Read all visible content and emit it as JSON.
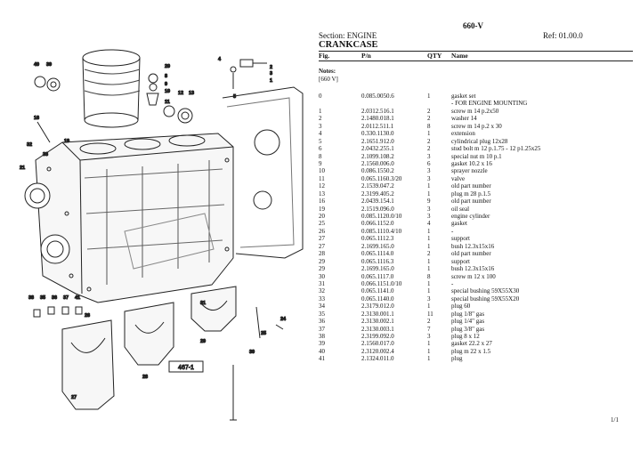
{
  "model": "660-V",
  "section": "Section: ENGINE",
  "ref": "Ref: 01.00.0",
  "title": "CRANKCASE",
  "columns": {
    "fig": "Fig.",
    "pn": "P/n",
    "qty": "QTY",
    "name": "Name"
  },
  "notes_label": "Notes:",
  "notes_value": "[660 V]",
  "diagram_code": "467-1",
  "callouts": [
    "40",
    "39",
    "20",
    "8",
    "9",
    "10",
    "11",
    "12",
    "13",
    "4",
    "2",
    "3",
    "1",
    "5",
    "16",
    "32",
    "19",
    "33",
    "21",
    "38",
    "35",
    "36",
    "37",
    "41",
    "26",
    "31",
    "28",
    "29",
    "25",
    "30",
    "27",
    "24"
  ],
  "parts": [
    {
      "fig": "0",
      "pn": "0.085.0050.6",
      "qty": "1",
      "name": "gasket set"
    },
    {
      "fig": "",
      "pn": "",
      "qty": "",
      "name": "- FOR ENGINE MOUNTING"
    },
    {
      "fig": "1",
      "pn": "2.0312.516.1",
      "qty": "2",
      "name": "screw m 14 p.2x50"
    },
    {
      "fig": "2",
      "pn": "2.1480.018.1",
      "qty": "2",
      "name": "washer 14"
    },
    {
      "fig": "3",
      "pn": "2.0112.511.1",
      "qty": "8",
      "name": "screw m 14 p.2 x 30"
    },
    {
      "fig": "4",
      "pn": "0.330.1130.0",
      "qty": "1",
      "name": "extension"
    },
    {
      "fig": "5",
      "pn": "2.1651.912.0",
      "qty": "2",
      "name": "cylindrical plug 12x28"
    },
    {
      "fig": "6",
      "pn": "2.0432.255.1",
      "qty": "2",
      "name": "stud bolt m 12 p.1.75 - 12 p1.25x25"
    },
    {
      "fig": "8",
      "pn": "2.1099.108.2",
      "qty": "3",
      "name": "special nut m 10 p.1"
    },
    {
      "fig": "9",
      "pn": "2.1560.006.0",
      "qty": "6",
      "name": "gasket 10.2 x 16"
    },
    {
      "fig": "10",
      "pn": "0.086.1550.2",
      "qty": "3",
      "name": "sprayer nozzle"
    },
    {
      "fig": "11",
      "pn": "0.065.1160.3/20",
      "qty": "3",
      "name": "valve"
    },
    {
      "fig": "12",
      "pn": "2.1539.047.2",
      "qty": "1",
      "name": "old part number"
    },
    {
      "fig": "13",
      "pn": "2.3199.405.2",
      "qty": "1",
      "name": "plug m 28 p.1.5"
    },
    {
      "fig": "16",
      "pn": "2.0439.154.1",
      "qty": "9",
      "name": "old part number"
    },
    {
      "fig": "19",
      "pn": "2.1519.096.0",
      "qty": "3",
      "name": "oil seal"
    },
    {
      "fig": "20",
      "pn": "0.085.1120.0/10",
      "qty": "3",
      "name": "engine cylinder"
    },
    {
      "fig": "25",
      "pn": "0.066.1152.0",
      "qty": "4",
      "name": "gasket"
    },
    {
      "fig": "26",
      "pn": "0.085.1110.4/10",
      "qty": "1",
      "name": "-"
    },
    {
      "fig": "27",
      "pn": "0.065.1112.3",
      "qty": "1",
      "name": "support"
    },
    {
      "fig": "27",
      "pn": "2.1699.165.0",
      "qty": "1",
      "name": "bush 12.3x15x16"
    },
    {
      "fig": "28",
      "pn": "0.065.1114.0",
      "qty": "2",
      "name": "old part number"
    },
    {
      "fig": "29",
      "pn": "0.065.1116.3",
      "qty": "1",
      "name": "support"
    },
    {
      "fig": "29",
      "pn": "2.1699.165.0",
      "qty": "1",
      "name": "bush 12.3x15x16"
    },
    {
      "fig": "30",
      "pn": "0.065.1117.0",
      "qty": "8",
      "name": "screw m 12 x 100"
    },
    {
      "fig": "31",
      "pn": "0.066.1151.0/10",
      "qty": "1",
      "name": "-"
    },
    {
      "fig": "32",
      "pn": "0.065.1141.0",
      "qty": "1",
      "name": "special bushing 59X55X30"
    },
    {
      "fig": "33",
      "pn": "0.065.1140.0",
      "qty": "3",
      "name": "special bushing 59X55X20"
    },
    {
      "fig": "34",
      "pn": "2.3179.012.0",
      "qty": "1",
      "name": "plug 60"
    },
    {
      "fig": "35",
      "pn": "2.3130.001.1",
      "qty": "11",
      "name": "plug 1/8\" gas"
    },
    {
      "fig": "36",
      "pn": "2.3130.002.1",
      "qty": "2",
      "name": "plug 1/4\" gas"
    },
    {
      "fig": "37",
      "pn": "2.3130.003.1",
      "qty": "7",
      "name": "plug 3/8\" gas"
    },
    {
      "fig": "38",
      "pn": "2.3199.092.0",
      "qty": "3",
      "name": "plug 8 x 12"
    },
    {
      "fig": "39",
      "pn": "2.1560.017.0",
      "qty": "1",
      "name": "gasket 22.2 x 27"
    },
    {
      "fig": "40",
      "pn": "2.3120.002.4",
      "qty": "1",
      "name": "plug m 22 x 1.5"
    },
    {
      "fig": "41",
      "pn": "2.1324.011.0",
      "qty": "1",
      "name": "plug"
    }
  ],
  "pager": "1/1"
}
